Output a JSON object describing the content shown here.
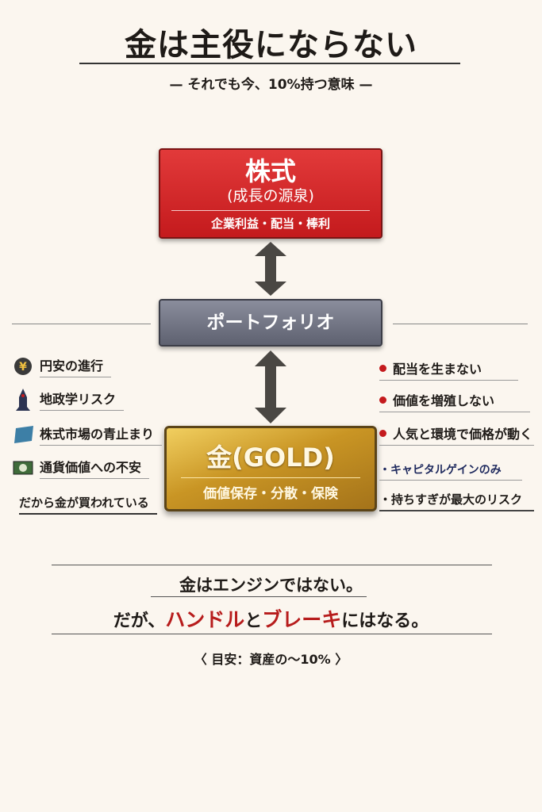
{
  "header": {
    "title": "金は主役にならない",
    "subtitle": "— それでも今、10%持つ意味 —"
  },
  "stock_box": {
    "title": "株式",
    "subtitle": "(成長の源泉)",
    "details": "企業利益・配当・棒利"
  },
  "portfolio_box": {
    "label": "ポートフォリオ"
  },
  "gold_box": {
    "title": "金(GOLD)",
    "subtitle": "価値保存・分散・保険"
  },
  "left_reasons": [
    {
      "icon": "yen-coin-icon",
      "label": "円安の進行"
    },
    {
      "icon": "rocket-icon",
      "label": "地政学リスク"
    },
    {
      "icon": "stock-sign-icon",
      "label": "株式市場の青止まり"
    },
    {
      "icon": "banknote-icon",
      "label": "通貨価値への不安"
    }
  ],
  "left_conclusion": "だから金が買われている",
  "right_cons": [
    {
      "label": "配当を生まない"
    },
    {
      "label": "価値を増殖しない"
    },
    {
      "label": "人気と環境で価格が動く"
    }
  ],
  "right_notes": [
    {
      "label": "・キャピタルゲインのみ"
    },
    {
      "label": "・持ちすぎが最大のリスク"
    }
  ],
  "bottom": {
    "line1": "金はエンジンではない。",
    "line2_prefix": "だが、",
    "line2_red1": "ハンドル",
    "line2_mid": "と",
    "line2_red2": "ブレーキ",
    "line2_suffix": "にはなる。",
    "note": "〈 目安：資産の〜10% 〉"
  },
  "colors": {
    "background": "#fbf6ef",
    "red": "#c41a1d",
    "gray": "#6b6e7e",
    "gold": "#c99524"
  }
}
